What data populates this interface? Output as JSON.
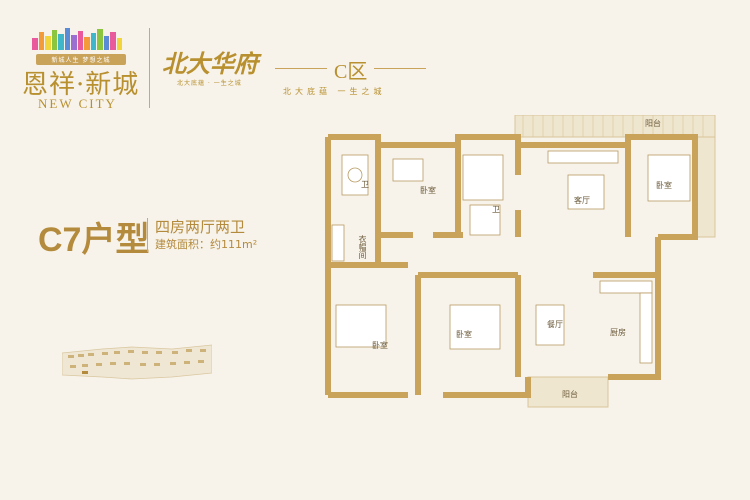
{
  "brand": {
    "tag_line": "新城人生  梦想之城",
    "name_zh": "恩祥·新城",
    "name_en": "NEW CITY"
  },
  "project": {
    "calligraphy": "北大华府",
    "sub": "北大底蕴 · 一生之城",
    "zone": "C区",
    "zone_slogan": "北大底蕴  一生之城"
  },
  "unit": {
    "title": "C7户型",
    "rooms": "四房两厅两卫",
    "area": "建筑面积：约111m²"
  },
  "rooms": {
    "balcony_top": "阳台",
    "bath1": "卫",
    "bedroom_top": "卧室",
    "bath2": "卫",
    "living": "客厅",
    "bedroom_right": "卧室",
    "closet": "衣帽间",
    "bedroom_left": "卧室",
    "bedroom_mid": "卧室",
    "dining": "餐厅",
    "kitchen": "厨房",
    "balcony_bottom": "阳台"
  },
  "colors": {
    "gold": "#b48a3c",
    "wall": "#c9a35a",
    "background": "#f7f3ea"
  }
}
